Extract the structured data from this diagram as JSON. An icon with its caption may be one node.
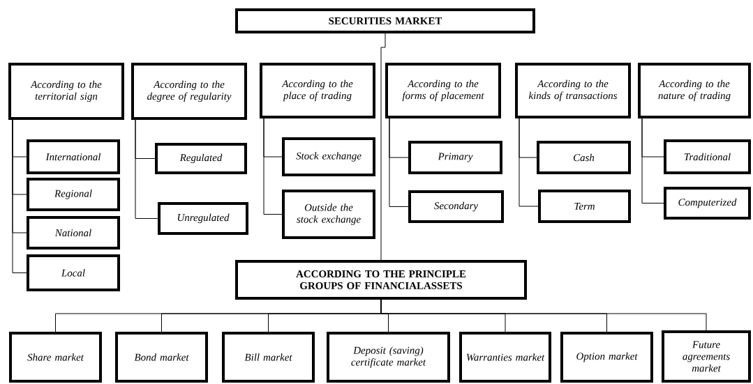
{
  "diagram": {
    "nodes": [
      {
        "text": [
          "SECURITIES MARKET"
        ]
      },
      {
        "text": [
          "According to the territorial sign"
        ]
      },
      {
        "text": [
          "According to the degree of regularity"
        ]
      },
      {
        "text": [
          "According to the place of trading"
        ]
      },
      {
        "text": [
          "According to the forms of placement"
        ]
      },
      {
        "text": [
          "According to the kinds of transactions"
        ]
      },
      {
        "text": [
          "According to the nature of trading"
        ]
      },
      {
        "text": [
          "International"
        ]
      },
      {
        "text": [
          "Regional"
        ]
      },
      {
        "text": [
          "National"
        ]
      },
      {
        "text": [
          "Local"
        ]
      },
      {
        "text": [
          "Regulated"
        ]
      },
      {
        "text": [
          "Unregulated"
        ]
      },
      {
        "text": [
          "Stock exchange"
        ]
      },
      {
        "text": [
          "Outside the stock exchange"
        ]
      },
      {
        "text": [
          "Primary"
        ]
      },
      {
        "text": [
          "Secondary"
        ]
      },
      {
        "text": [
          "Cash"
        ]
      },
      {
        "text": [
          "Term"
        ]
      },
      {
        "text": [
          "Traditional"
        ]
      },
      {
        "text": [
          "Computerized"
        ]
      },
      {
        "text": [
          "ACCORDING TO THE PRINCIPLE GROUPS OF FINANCIALASSETS"
        ]
      },
      {
        "text": [
          "Share market"
        ]
      },
      {
        "text": [
          "Bond market"
        ]
      },
      {
        "text": [
          "Bill market"
        ]
      },
      {
        "text": [
          "Deposit (saving) certificate market"
        ]
      },
      {
        "text": [
          "Warranties market"
        ]
      },
      {
        "text": [
          "Option market"
        ]
      },
      {
        "text": [
          "Future agreements market"
        ]
      }
    ],
    "edges": [
      {
        "from": 0,
        "to": 21,
        "arrow": "none"
      },
      {
        "from": 1,
        "to": 7,
        "arrow": "none"
      },
      {
        "from": 1,
        "to": 8,
        "arrow": "none"
      },
      {
        "from": 1,
        "to": 9,
        "arrow": "none"
      },
      {
        "from": 1,
        "to": 10,
        "arrow": "none"
      },
      {
        "from": 2,
        "to": 11,
        "arrow": "none"
      },
      {
        "from": 2,
        "to": 12,
        "arrow": "none"
      },
      {
        "from": 3,
        "to": 13,
        "arrow": "none"
      },
      {
        "from": 3,
        "to": 14,
        "arrow": "none"
      },
      {
        "from": 4,
        "to": 15,
        "arrow": "none"
      },
      {
        "from": 4,
        "to": 16,
        "arrow": "none"
      },
      {
        "from": 5,
        "to": 17,
        "arrow": "none"
      },
      {
        "from": 5,
        "to": 18,
        "arrow": "none"
      },
      {
        "from": 6,
        "to": 19,
        "arrow": "none"
      },
      {
        "from": 6,
        "to": 20,
        "arrow": "none"
      },
      {
        "from": 21,
        "to": 22,
        "arrow": "none"
      },
      {
        "from": 21,
        "to": 23,
        "arrow": "none"
      },
      {
        "from": 21,
        "to": 24,
        "arrow": "none"
      },
      {
        "from": 21,
        "to": 25,
        "arrow": "none"
      },
      {
        "from": 21,
        "to": 26,
        "arrow": "none"
      },
      {
        "from": 21,
        "to": 27,
        "arrow": "none"
      },
      {
        "from": 21,
        "to": 28,
        "arrow": "none"
      }
    ]
  }
}
